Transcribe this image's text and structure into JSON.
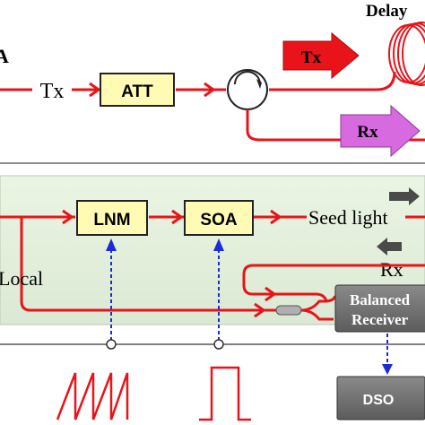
{
  "top": {
    "delay_label": "Delay",
    "tx_arrow_label": "Tx",
    "rx_arrow_label": "Rx",
    "tx_line_label": "Tx",
    "att_label": "ATT",
    "left_cut_label": "A"
  },
  "bottom": {
    "lnm_label": "LNM",
    "soa_label": "SOA",
    "seed_light_label": "Seed light",
    "rx_label": "Rx",
    "local_label": "Local",
    "balanced_receiver_line1": "Balanced",
    "balanced_receiver_line2": "Receiver",
    "dso_label": "DSO"
  },
  "colors": {
    "fiber": "#e8141a",
    "box_fill": "#fffbb4",
    "tx_arrow": "#e8141a",
    "rx_arrow": "#d86ae0",
    "panel_bg": "#e9f4e2",
    "gray_box": "#6e6e6e",
    "control": "#1c2ad8"
  }
}
